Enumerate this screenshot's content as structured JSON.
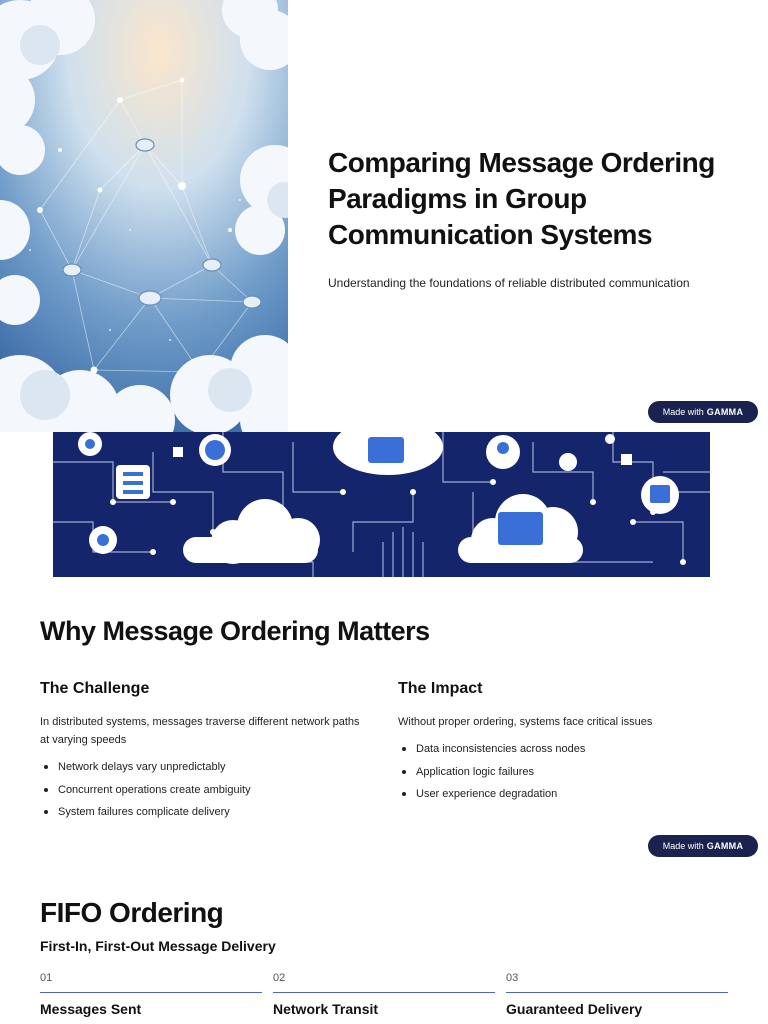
{
  "slide1": {
    "title": "Comparing Message Ordering Paradigms in Group Communication Systems",
    "subtitle": "Understanding the foundations of reliable distributed communication"
  },
  "badge": {
    "prefix": "Made with",
    "brand": "GAMMA"
  },
  "slide2": {
    "title": "Why Message Ordering Matters",
    "challenge": {
      "heading": "The Challenge",
      "text": "In distributed systems, messages traverse different network paths at varying speeds",
      "bullets": [
        "Network delays vary unpredictably",
        "Concurrent operations create ambiguity",
        "System failures complicate delivery"
      ]
    },
    "impact": {
      "heading": "The Impact",
      "text": "Without proper ordering, systems face critical issues",
      "bullets": [
        "Data inconsistencies across nodes",
        "Application logic failures",
        "User experience degradation"
      ]
    }
  },
  "slide3": {
    "title": "FIFO Ordering",
    "subtitle": "First-In, First-Out Message Delivery",
    "steps": [
      {
        "num": "01",
        "label": "Messages Sent"
      },
      {
        "num": "02",
        "label": "Network Transit"
      },
      {
        "num": "03",
        "label": "Guaranteed Delivery"
      }
    ]
  },
  "colors": {
    "navy": "#14256b",
    "badge": "#1a2350",
    "accent_line": "#5560c8"
  }
}
